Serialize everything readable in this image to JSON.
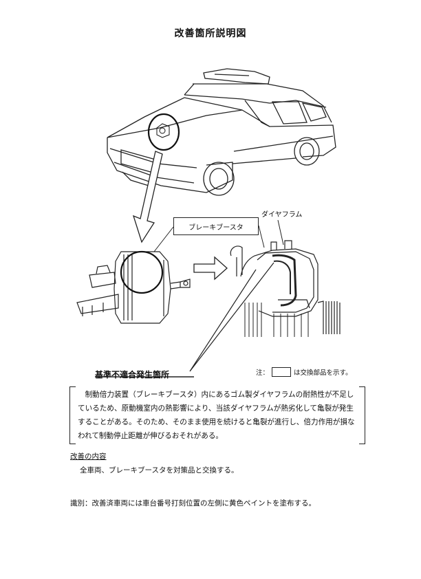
{
  "page": {
    "title": "改善箇所説明図"
  },
  "figure": {
    "label_brake_booster": "ブレーキブースタ",
    "label_diaphragm": "ダイヤフラム",
    "label_defect_location": "基準不適合発生箇所",
    "note_prefix": "注：",
    "note_suffix": "は交換部品を示す。"
  },
  "description": {
    "text": "制動倍力装置（ブレーキブースタ）内にあるゴム製ダイヤフラムの耐熱性が不足しているため、原動機室内の熱影響により、当該ダイヤフラムが熱劣化して亀裂が発生することがある。そのため、そのまま使用を続けると亀裂が進行し、倍力作用が損なわれて制動停止距離が伸びるおそれがある。"
  },
  "improvement": {
    "heading": "改善の内容",
    "body": "全車両、ブレーキブースタを対策品と交換する。"
  },
  "identification": {
    "text": "識別：改善済車両には車台番号打刻位置の左側に黄色ペイントを塗布する。"
  }
}
